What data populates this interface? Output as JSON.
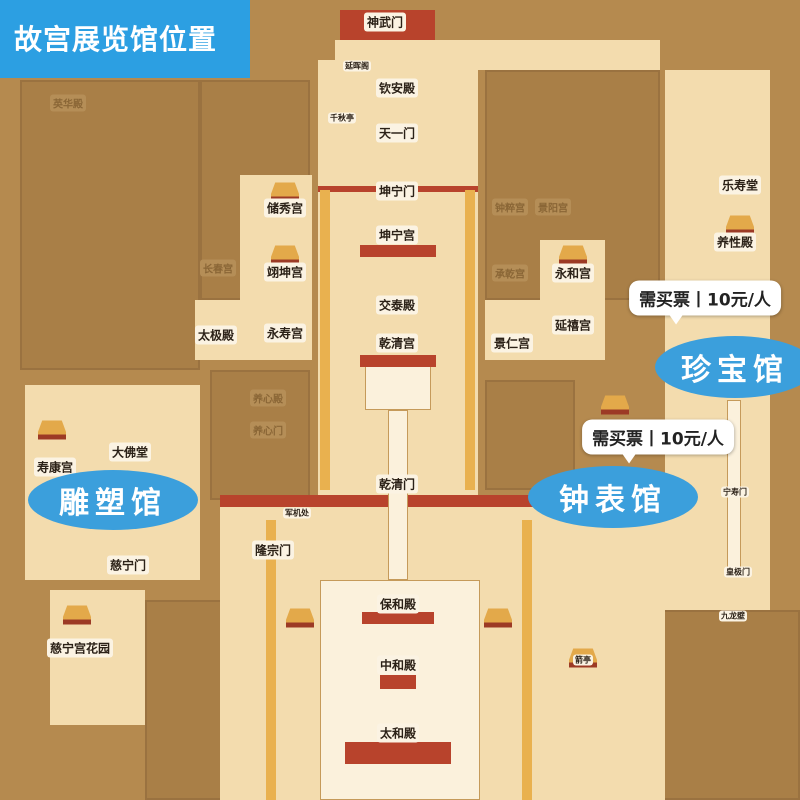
{
  "title": "故宫展览馆位置",
  "colors": {
    "banner": "#2c9fe2",
    "museum_bubble": "#3b9fdc",
    "highlight_area": "#f3dcae",
    "dimmed_area": "#a97f47",
    "wall": "#b8432c"
  },
  "museums": [
    {
      "name": "珍宝馆",
      "ticket": "需买票丨10元/人"
    },
    {
      "name": "钟表馆",
      "ticket": "需买票丨10元/人"
    },
    {
      "name": "雕塑馆"
    }
  ],
  "labels": {
    "shenwumen": "神武门",
    "yanhuige": "延晖阁",
    "qinandian": "钦安殿",
    "qianqiuting": "千秋亭",
    "tianyimen": "天一门",
    "kunningmen": "坤宁门",
    "kunninggong": "坤宁宫",
    "jiaotaidian": "交泰殿",
    "qianqinggong": "乾清宫",
    "qianqingmen": "乾清门",
    "chuxiugong": "储秀宫",
    "yikungong": "翊坤宫",
    "yongshougong": "永寿宫",
    "taijidian": "太极殿",
    "yonghegong": "永和宫",
    "yanxigong": "延禧宫",
    "jingrengong": "景仁宫",
    "leshoutang": "乐寿堂",
    "yangxingdian": "养性殿",
    "ningshoumen": "宁寿门",
    "huangjimen": "皇极门",
    "jiulongbi": "九龙壁",
    "jianting": "箭亭",
    "shoukanggong": "寿康宫",
    "dafotang": "大佛堂",
    "cíningmen": "慈宁门",
    "ciningflower": "慈宁宫花园",
    "junjichu": "军机处",
    "longzongmen": "隆宗门",
    "baohedian": "保和殿",
    "zhonghedian": "中和殿",
    "taihedian": "太和殿",
    "yinghuadian": "英华殿",
    "changchungong": "长春宫",
    "zhongcuigong": "钟粹宫",
    "jingyanggong": "景阳宫",
    "chengqiangong": "承乾宫",
    "yangxindian": "养心殿",
    "yangxinmen": "养心门"
  }
}
